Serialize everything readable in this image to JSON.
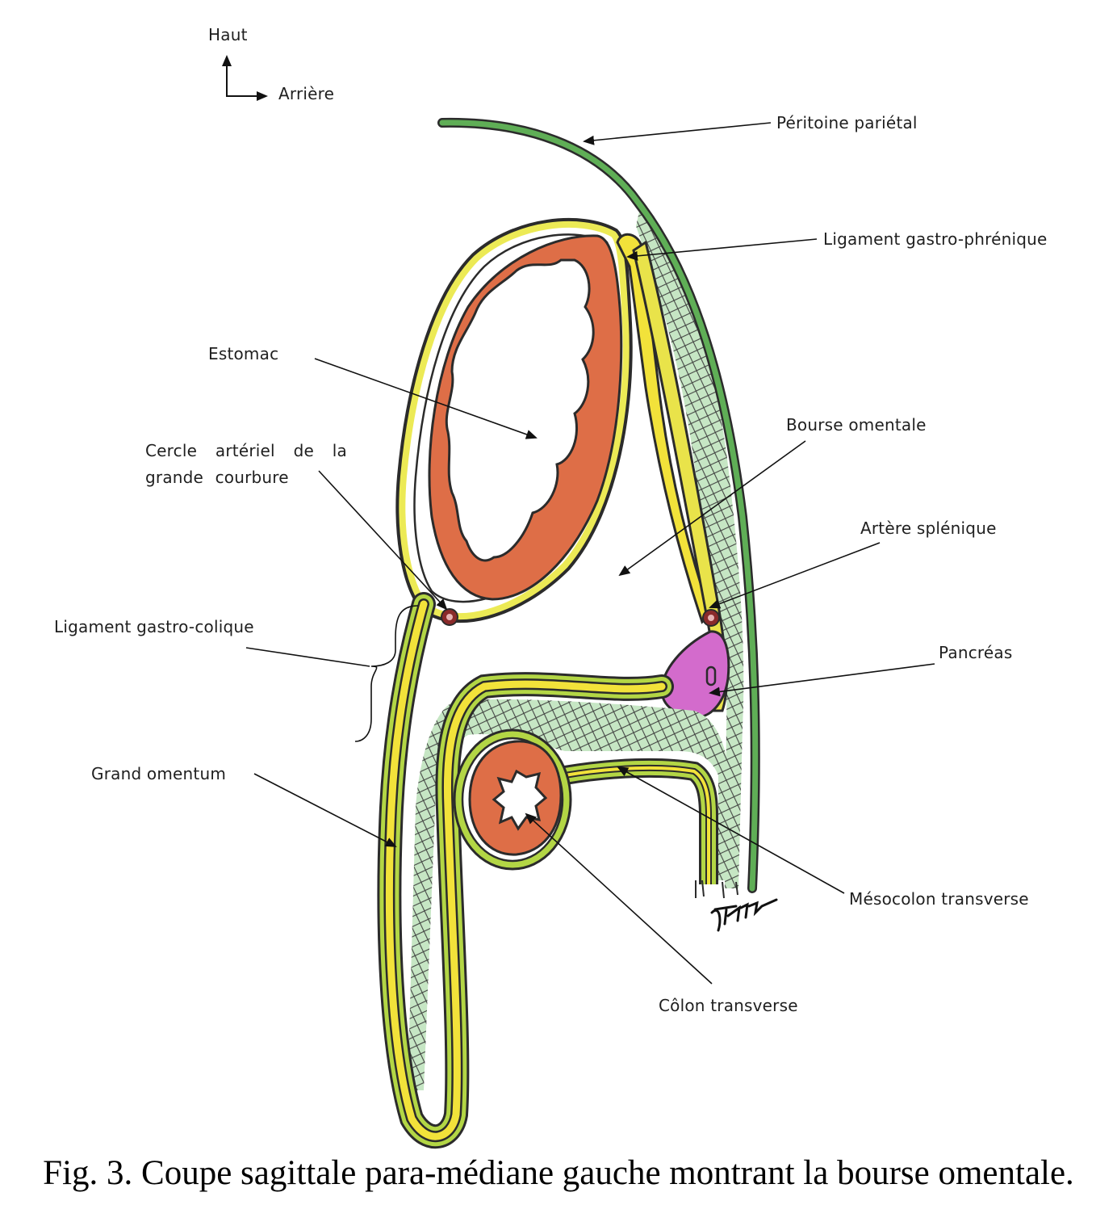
{
  "orientation": {
    "up_label": "Haut",
    "back_label": "Arrière"
  },
  "labels": {
    "peritoine_parietal": "Péritoine pariétal",
    "ligament_gastro_phrenique": "Ligament gastro-phrénique",
    "estomac": "Estomac",
    "bourse_omentale": "Bourse omentale",
    "cercle_arteriel": "Cercle artériel de la grande courbure",
    "artere_splenique": "Artère splénique",
    "ligament_gastro_colique": "Ligament gastro-colique",
    "pancreas": "Pancréas",
    "grand_omentum": "Grand omentum",
    "mesocolon_transverse": "Mésocolon transverse",
    "colon_transverse": "Côlon transverse"
  },
  "signature": "JARRAR",
  "caption": "Fig. 3. Coupe sagittale para-médiane gauche montrant la bourse omentale.",
  "colors": {
    "peritoneum_green": "#4e9e4a",
    "fat_yellow": "#f2e23a",
    "membrane_lime": "#a8cf3a",
    "mesh_green": "#bfe0bf",
    "stomach_wall": "#d9673f",
    "pancreas": "#cf63c8",
    "artery": "#8a2a2a",
    "outline": "#2b2b2b"
  }
}
